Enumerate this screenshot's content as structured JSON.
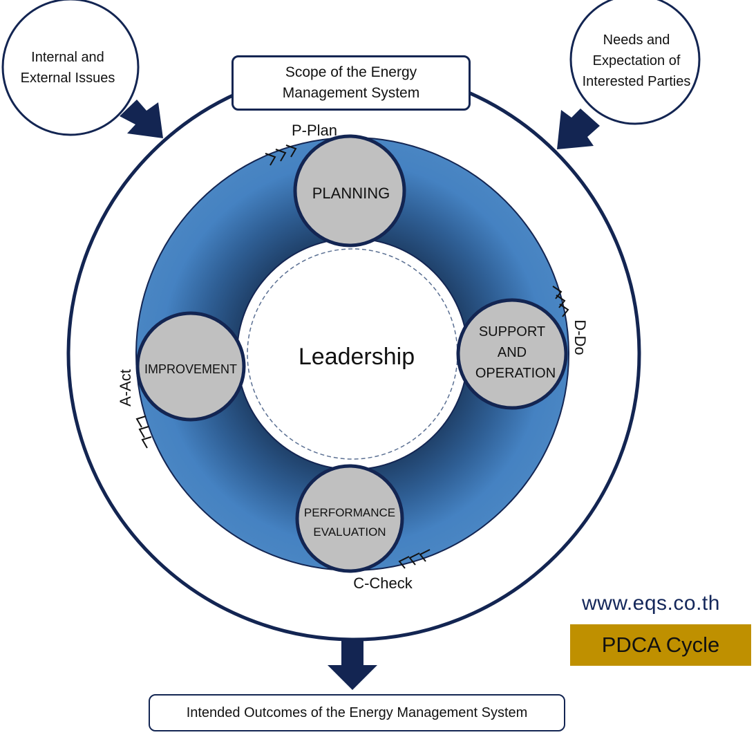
{
  "scope_box": {
    "line1": "Scope of the Energy",
    "line2": "Management System"
  },
  "internal_issues": {
    "line1": "Internal and",
    "line2": "External Issues"
  },
  "needs": {
    "line1": "Needs and",
    "line2": "Expectation of",
    "line3": "Interested Parties"
  },
  "center": {
    "label": "Leadership"
  },
  "stages": {
    "planning": {
      "label": "PLANNING"
    },
    "support": {
      "line1": "SUPPORT",
      "line2": "AND",
      "line3": "OPERATION"
    },
    "evaluation": {
      "line1": "PERFORMANCE",
      "line2": "EVALUATION"
    },
    "improvement": {
      "label": "IMPROVEMENT"
    }
  },
  "pdca": {
    "plan": "P-Plan",
    "do": "D-Do",
    "check": "C-Check",
    "act": "A-Act"
  },
  "outcomes": {
    "label": "Intended Outcomes of the Energy Management System"
  },
  "brand": {
    "url": "www.eqs.co.th",
    "tag": "PDCA Cycle"
  },
  "colors": {
    "navy": "#132552",
    "ring_blue": "#4a86c3",
    "ring_dark": "#1d3c63",
    "stage_gray": "#c0c0c0",
    "tag_gold": "#bf9000",
    "url_text": "#14275a"
  }
}
